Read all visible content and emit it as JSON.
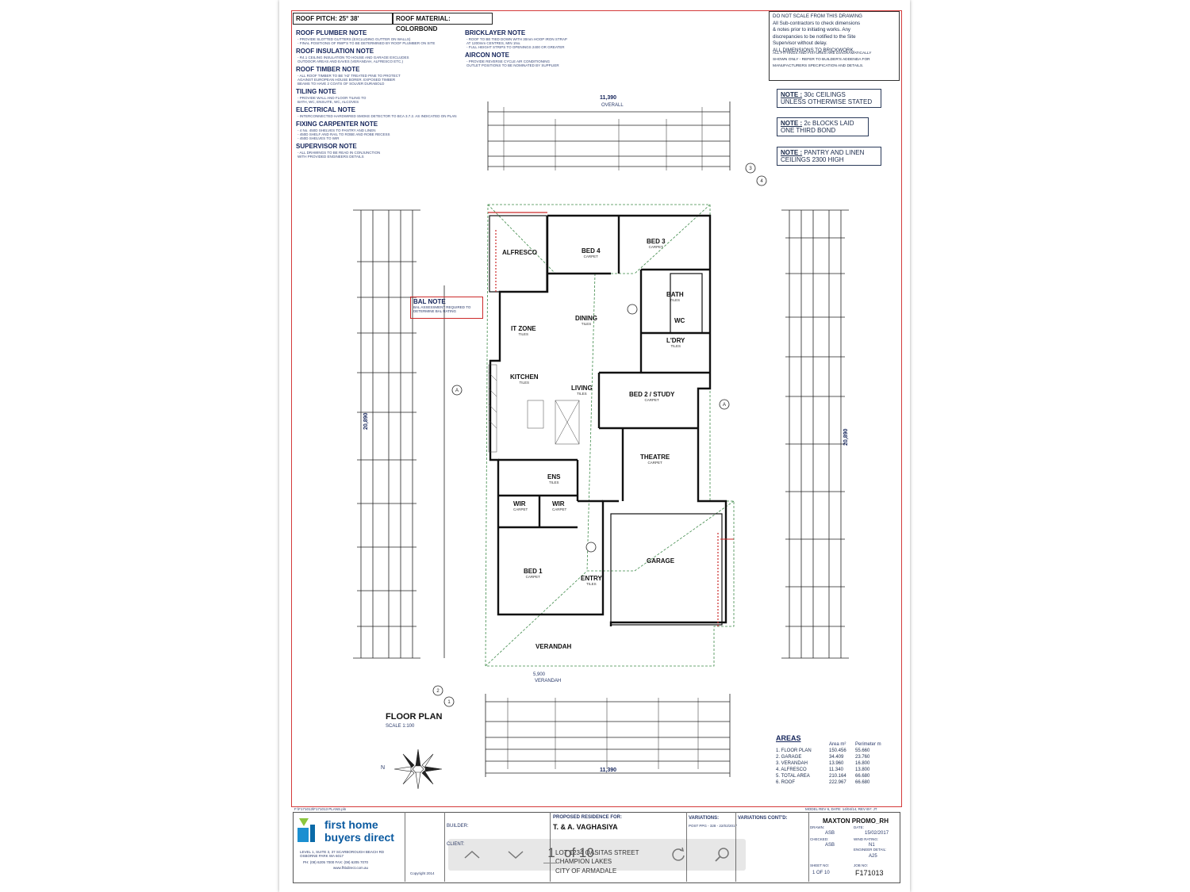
{
  "header": {
    "roof_pitch": "ROOF PITCH: 25° 38'",
    "roof_material": "ROOF MATERIAL: COLORBOND"
  },
  "notes_left": [
    {
      "title": "ROOF PLUMBER NOTE",
      "lines": [
        "- PROVIDE SLOTTED GUTTERS (EXCLUDING GUTTER ON WALLS)",
        "- FINAL POSITIONS OF RWP'S TO BE DETERMINED BY ROOF PLUMBER ON SITE"
      ]
    },
    {
      "title": "ROOF INSULATION NOTE",
      "lines": [
        "- R4.1 CEILING INSULATION TO HOUSE AND GARAGE EXCLUDES",
        "OUTDOOR AREAS AND EAVES (VERANDAH, ALFRESCO ETC.)"
      ]
    },
    {
      "title": "ROOF TIMBER NOTE",
      "lines": [
        "- ALL ROOF TIMBER TO BE 'H2' TREATED PINE TO PROTECT",
        "AGAINST EUROPEAN HOUSE BORER. EXPOSED TIMBER",
        "BEAMS TO HAVE 2 COATS OF SOLVER DURABOLD"
      ]
    },
    {
      "title": "TILING NOTE",
      "lines": [
        "- PROVIDE WALL AND FLOOR TILING TO",
        "BATH, WC, ENSUITE, WC, ALCOVES"
      ]
    },
    {
      "title": "ELECTRICAL NOTE",
      "lines": [
        "- INTERCONNECTED HARDWIRED SMOKE DETECTOR TO BCA 3.7.2. AS INDICATED ON PLAN"
      ]
    },
    {
      "title": "FIXING CARPENTER NOTE",
      "lines": [
        "- 4 No. 450D SHELVES TO PANTRY AND LINEN",
        "- 450D SHELF AND RAIL TO ROBE AND ROBE RECESS",
        "- 450D SHELVES TO WIR"
      ]
    },
    {
      "title": "SUPERVISOR NOTE",
      "lines": [
        "- ALL DRAWINGS TO BE READ IN CONJUNCTION",
        "WITH PROVIDED ENGINEERS DETAILS"
      ]
    }
  ],
  "notes_mid": [
    {
      "title": "BRICKLAYER NOTE",
      "lines": [
        "- ROOF TO BE TIED DOWN WITH 30mm HOOP IRON STRAP",
        "AT 1200mm CENTRES, MIN 1No.",
        "- FULL HEIGHT STRIPS TO OPENINGS 2400 OR GREATER"
      ]
    },
    {
      "title": "AIRCON NOTE",
      "lines": [
        "- PROVIDE REVERSE CYCLE AIR CONDITIONING",
        "OUTLET POSITIONS TO BE NOMINATED BY SUPPLIER"
      ]
    }
  ],
  "warning": [
    "DO NOT SCALE FROM THIS DRAWING",
    "All Sub-contractors to check dimensions",
    "& notes prior to initiating works. Any",
    "discrepancies to be notified to the Site",
    "Supervisor without delay.",
    "ALL DIMENSIONS TO BRICKWORK.",
    "ALL FITTINGS AND FIXTURES ARE DIAGRAMATICALLY",
    "SHOWN ONLY - REFER TO BUILDER'S ADDENDA FOR",
    "MANUFACTURERS SPECIFICATION AND DETAILS."
  ],
  "side_notes": [
    {
      "label": "NOTE :",
      "text1": "30c CEILINGS",
      "text2": "UNLESS OTHERWISE STATED"
    },
    {
      "label": "NOTE :",
      "text1": "2c BLOCKS LAID",
      "text2": "ONE THIRD BOND"
    },
    {
      "label": "NOTE :",
      "text1": "PANTRY AND LINEN",
      "text2": "CEILINGS 2300 HIGH"
    }
  ],
  "dimensions": {
    "overall_top": "11,390",
    "overall_label": "OVERALL",
    "overall_bottom": "11,390",
    "overall_length_left": "20,890",
    "overall_length_right": "20,890",
    "verandah_width": "5,900",
    "verandah_label": "VERANDAH"
  },
  "rooms": [
    {
      "name": "ALFRESCO",
      "finish": ""
    },
    {
      "name": "BED 4",
      "finish": "CARPET"
    },
    {
      "name": "BED 3",
      "finish": "CARPET"
    },
    {
      "name": "BATH",
      "finish": "TILES"
    },
    {
      "name": "WC",
      "finish": ""
    },
    {
      "name": "L'DRY",
      "finish": "TILES"
    },
    {
      "name": "DINING",
      "finish": "TILES"
    },
    {
      "name": "IT ZONE",
      "finish": "TILES"
    },
    {
      "name": "KITCHEN",
      "finish": "TILES"
    },
    {
      "name": "LIVING",
      "finish": "TILES"
    },
    {
      "name": "BED 2 / STUDY",
      "finish": "CARPET"
    },
    {
      "name": "THEATRE",
      "finish": "CARPET"
    },
    {
      "name": "ENS",
      "finish": "TILES"
    },
    {
      "name": "WIR",
      "finish": "CARPET"
    },
    {
      "name": "WIR",
      "finish": "CARPET"
    },
    {
      "name": "BED 1",
      "finish": "CARPET"
    },
    {
      "name": "ENTRY",
      "finish": "TILES"
    },
    {
      "name": "GARAGE",
      "finish": ""
    },
    {
      "name": "VERANDAH",
      "finish": ""
    }
  ],
  "bal_note": {
    "title": "BAL NOTE",
    "text": "BAL ASSESSMENT REQUIRED TO DETERMINE BAL RATING"
  },
  "plan_title": "FLOOR PLAN",
  "plan_scale": "SCALE 1:100",
  "areas": {
    "title": "AREAS",
    "col1": "Area m²",
    "col2": "Perimeter m",
    "rows": [
      {
        "name": "1. FLOOR PLAN",
        "area": "150.456",
        "perim": "55.660"
      },
      {
        "name": "2. GARAGE",
        "area": "34.409",
        "perim": "23.760"
      },
      {
        "name": "3. VERANDAH",
        "area": "13.960",
        "perim": "16.800"
      },
      {
        "name": "4. ALFRESCO",
        "area": "11.340",
        "perim": "13.800"
      },
      {
        "name": "5. TOTAL AREA",
        "area": "210.164",
        "perim": "66.680"
      },
      {
        "name": "6. ROOF",
        "area": "222.967",
        "perim": "66.680"
      }
    ]
  },
  "compass": {
    "north": "N"
  },
  "title_block": {
    "company_line1": "first home",
    "company_line2": "buyers direct",
    "address": "LEVEL 1, SUITE 3, 37 SCARBOROUGH BEACH RD OSBORNE PARK WA 6017",
    "phone": "PH: (08) 6205 7000 FAX: (08) 6205 7070",
    "web": "www.fhbdirect.com.au",
    "copyright": "Copyright 2014",
    "builder_label": "BUILDER:",
    "client_label": "CLIENT:",
    "proposed_label": "PROPOSED RESIDENCE FOR:",
    "client_name": "T. & A. VAGHASIYA",
    "address_line1": "LOT 1234 OASITAS STREET",
    "address_line2": "CHAMPION LAKES",
    "address_line3": "CITY OF ARMADALE",
    "variations_label": "VARIATIONS:",
    "variations_cont": "VARIATIONS CONT'D:",
    "variation_1": "POST PPG - 328 - 22/02/2017",
    "design": "MAXTON PROMO_RH",
    "drawn_label": "DRAWN:",
    "drawn": "ASB",
    "date_label": "DATE:",
    "date": "15/02/2017",
    "checked_label": "CHECKED:",
    "checked": "ASB",
    "wind_label": "WIND RATING:",
    "wind": "N1",
    "soil_label": "ENGINEER DETAIL:",
    "soil": "A25",
    "sheet_label": "SHEET NO:",
    "sheet": "1 OF 10",
    "job_label": "JOB NO:",
    "job": "F171013"
  },
  "pdf_toolbar": {
    "page_current": "1",
    "page_of": "of 10"
  },
  "footer_file": "F:\\F171013\\F171013 PLANS.pln",
  "footer_model": "MODEL REV 6, DATE: 14/04/14, REV BY: JT"
}
